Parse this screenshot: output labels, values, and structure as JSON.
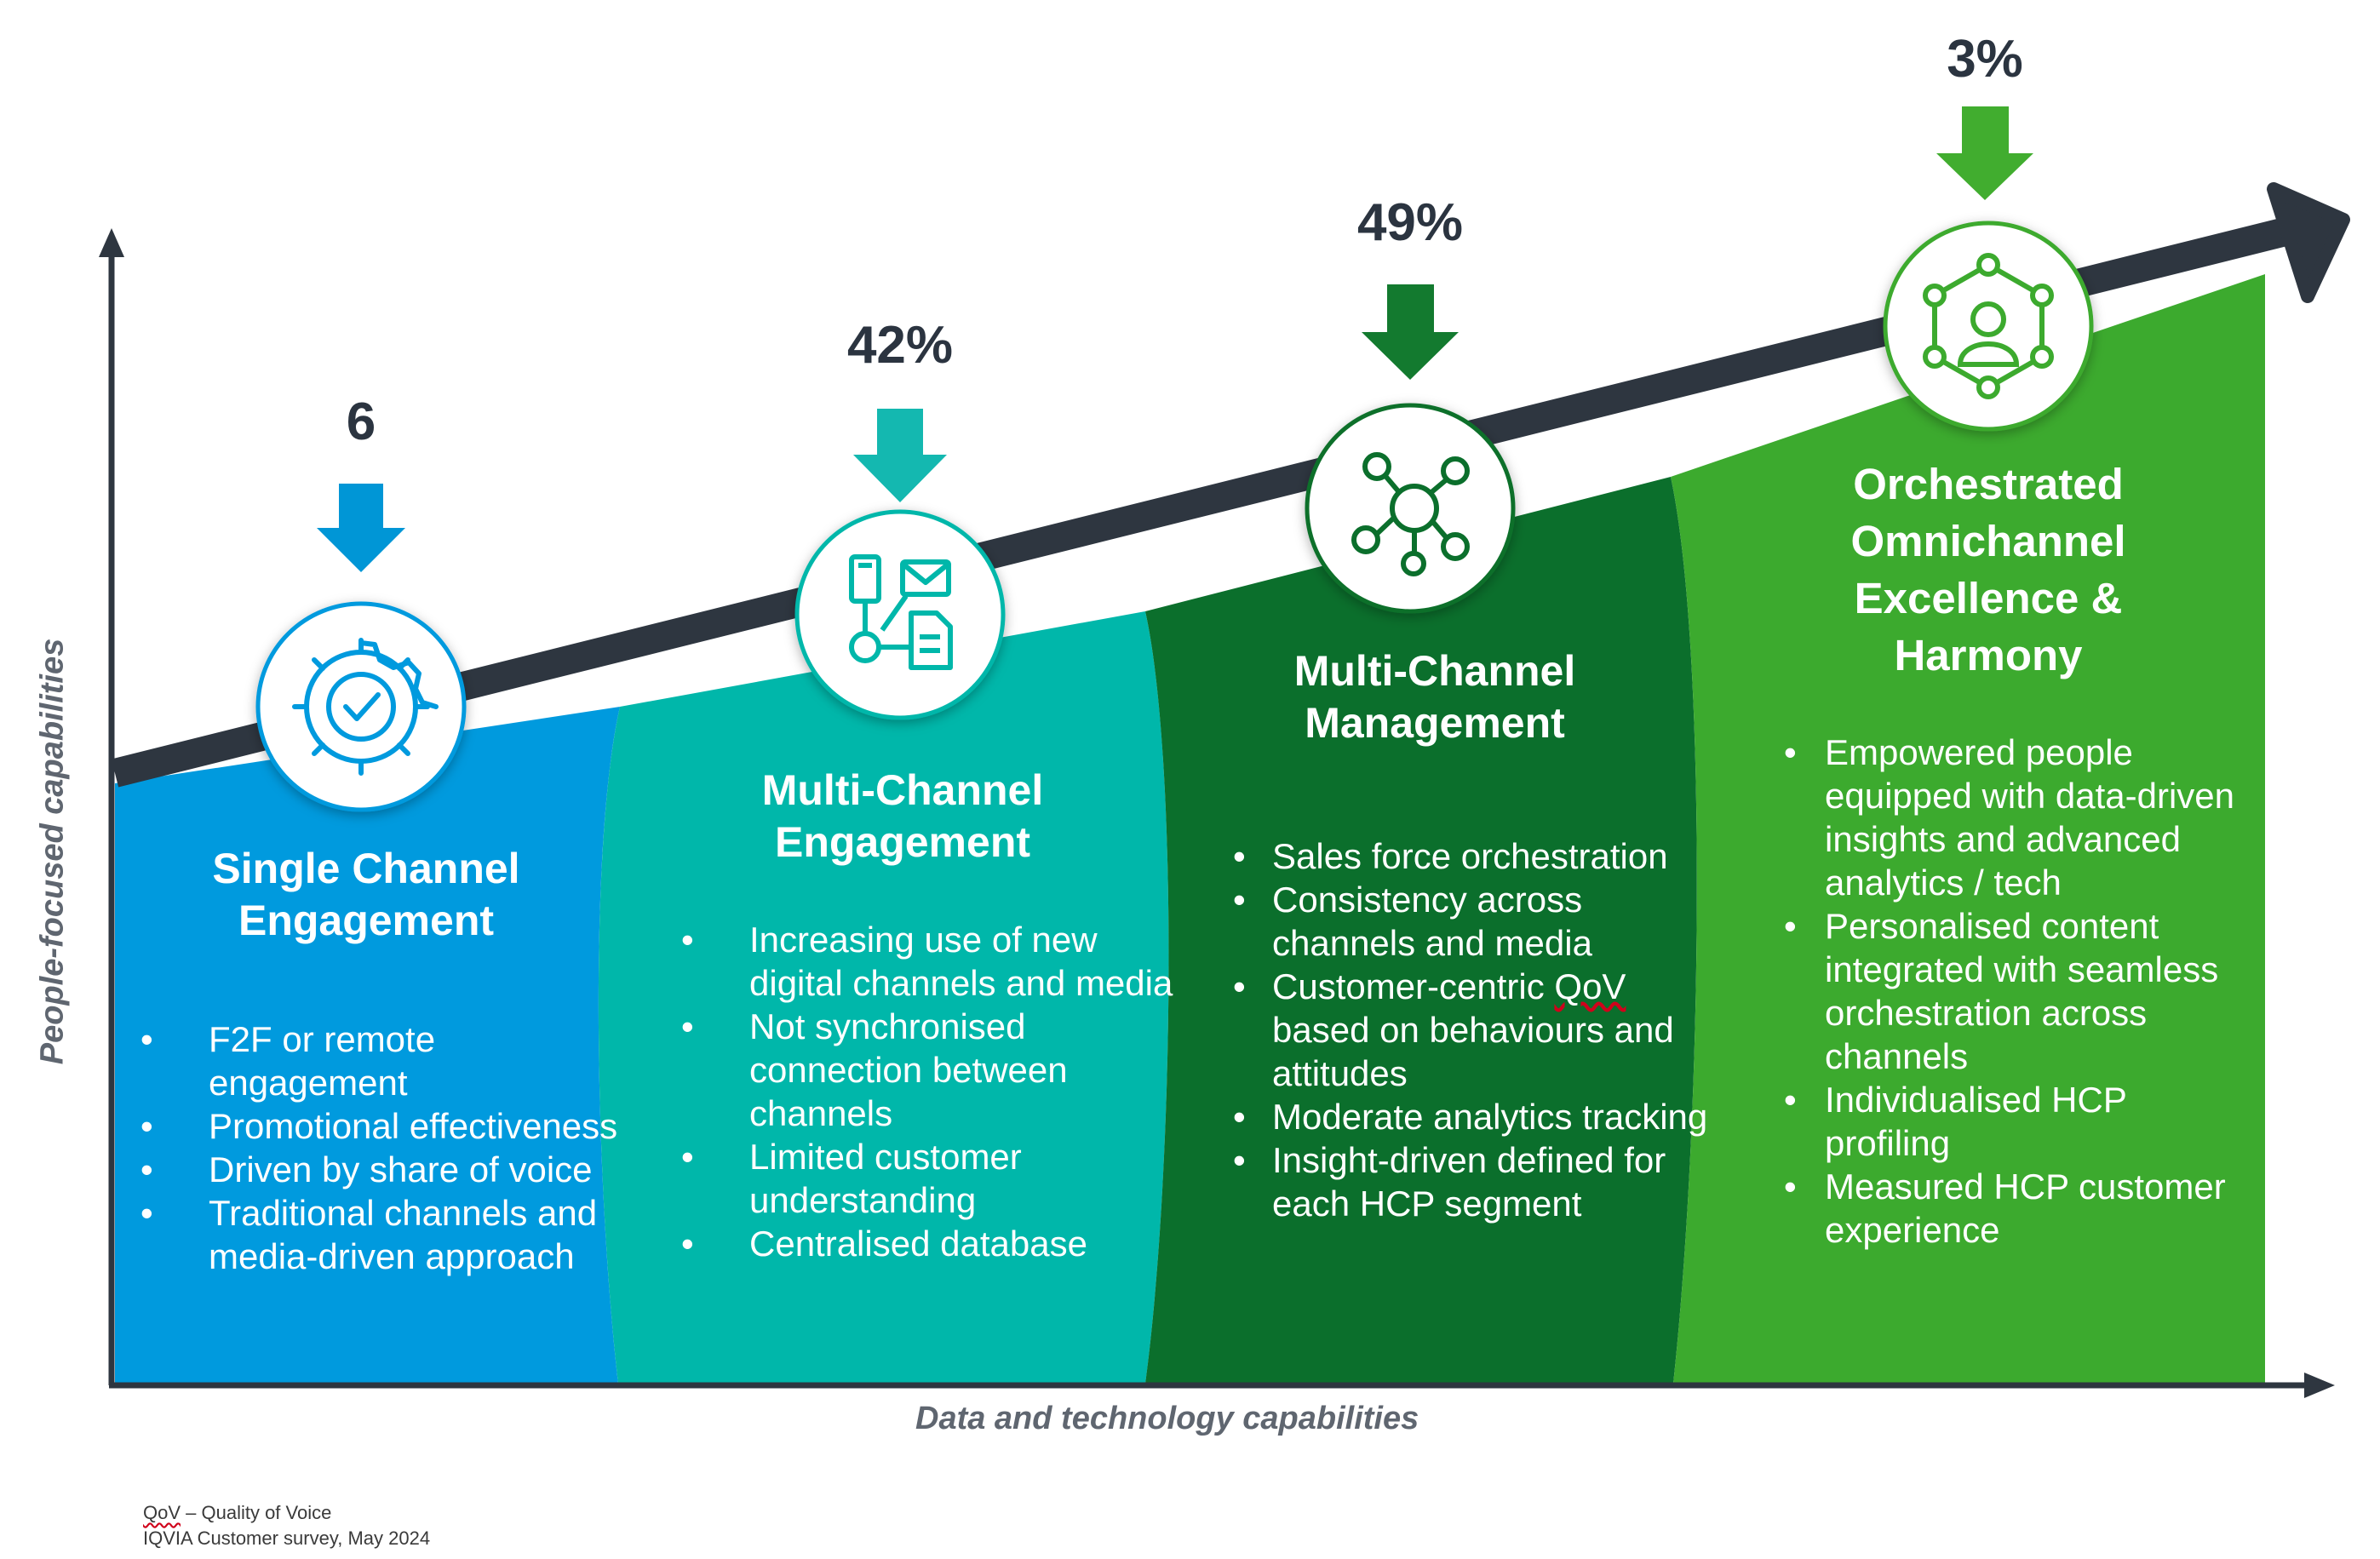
{
  "stages": [
    {
      "percent": "6",
      "title_lines": [
        "Single Channel",
        "Engagement"
      ],
      "icon": "gear-check-icon",
      "color": "#009ADE",
      "arrow_color": "#0096D6",
      "bullets": [
        "F2F or remote engagement",
        "Promotional effectiveness",
        "Driven by share of voice",
        "Traditional channels and media-driven approach"
      ]
    },
    {
      "percent": "42%",
      "title_lines": [
        "Multi-Channel",
        "Engagement"
      ],
      "icon": "channels-network-icon",
      "color": "#00B7AA",
      "arrow_color": "#14B8B0",
      "bullets": [
        "Increasing use of new digital channels and media",
        "Not synchronised connection between channels",
        "Limited customer understanding",
        "Centralised database"
      ]
    },
    {
      "percent": "49%",
      "title_lines": [
        "Multi-Channel",
        "Management"
      ],
      "icon": "hub-network-icon",
      "color": "#0B6F2C",
      "arrow_color": "#137A2F",
      "bullets": [
        "Sales force orchestration",
        "Consistency across channels and media",
        "Customer-centric QoV based on behaviours and attitudes",
        "Moderate analytics tracking",
        "Insight-driven defined for each HCP segment"
      ]
    },
    {
      "percent": "3%",
      "title_lines": [
        "Orchestrated",
        "Omnichannel",
        "Excellence &",
        "Harmony"
      ],
      "icon": "person-network-icon",
      "color": "#3CAA2E",
      "arrow_color": "#41AD2F",
      "bullets": [
        "Empowered people equipped with data-driven insights and advanced analytics / tech",
        "Personalised content integrated with seamless orchestration across channels",
        "Individualised HCP profiling",
        "Measured HCP customer experience"
      ]
    }
  ],
  "axes": {
    "y_label": "People-focused capabilities",
    "x_label": "Data and technology capabilities",
    "color": "#2E3640"
  },
  "footnotes": {
    "qov_abbr": "QoV",
    "qov_rest": " – Quality of Voice",
    "source": "IQVIA Customer survey, May 2024"
  }
}
